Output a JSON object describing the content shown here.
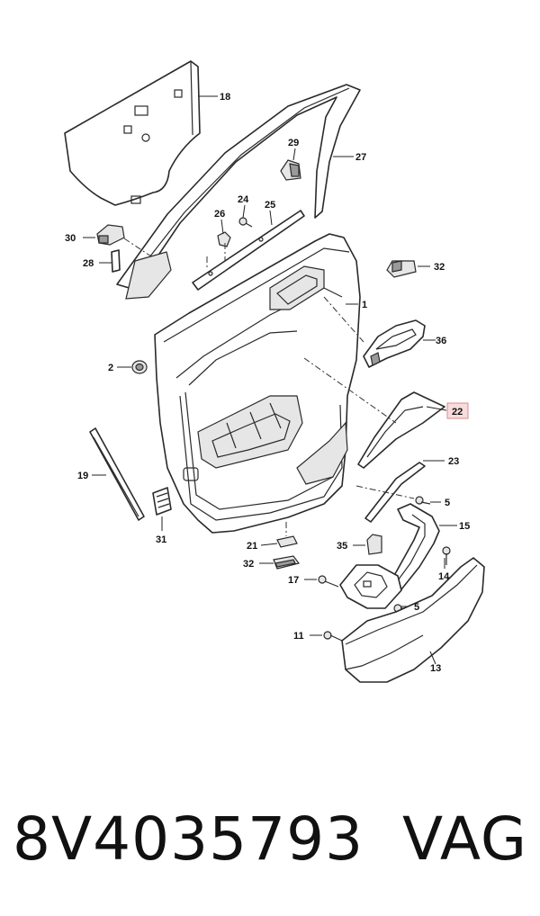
{
  "callouts": {
    "c1": "1",
    "c2": "2",
    "c5a": "5",
    "c5b": "5",
    "c11": "11",
    "c13": "13",
    "c14": "14",
    "c15": "15",
    "c17": "17",
    "c18": "18",
    "c19": "19",
    "c21": "21",
    "c22": "22",
    "c23": "23",
    "c24": "24",
    "c25": "25",
    "c26": "26",
    "c27": "27",
    "c28": "28",
    "c29": "29",
    "c30": "30",
    "c31": "31",
    "c32a": "32",
    "c32b": "32",
    "c35": "35",
    "c36": "36"
  },
  "highlight_color": "#f7dcdc",
  "footer": {
    "part_number": "8V4035793",
    "brand": "VAG"
  }
}
